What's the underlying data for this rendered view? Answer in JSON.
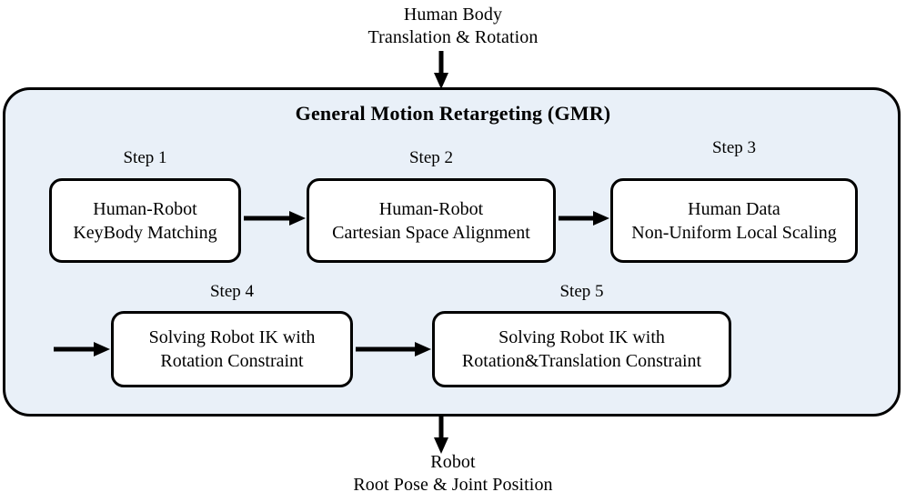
{
  "diagram": {
    "input_caption": {
      "line1": "Human Body",
      "line2": "Translation & Rotation"
    },
    "panel": {
      "title": "General Motion Retargeting (GMR)",
      "background_color": "#e9f0f8",
      "border_color": "#000000"
    },
    "steps": [
      {
        "label": "Step 1",
        "line1": "Human-Robot",
        "line2": "KeyBody Matching"
      },
      {
        "label": "Step 2",
        "line1": "Human-Robot",
        "line2": "Cartesian Space Alignment"
      },
      {
        "label": "Step 3",
        "line1": "Human Data",
        "line2": "Non-Uniform Local Scaling"
      },
      {
        "label": "Step 4",
        "line1": "Solving Robot IK with",
        "line2": "Rotation Constraint"
      },
      {
        "label": "Step 5",
        "line1": "Solving Robot IK with",
        "line2": "Rotation&Translation Constraint"
      }
    ],
    "output_caption": {
      "line1": "Robot",
      "line2": "Root Pose & Joint Position"
    }
  }
}
